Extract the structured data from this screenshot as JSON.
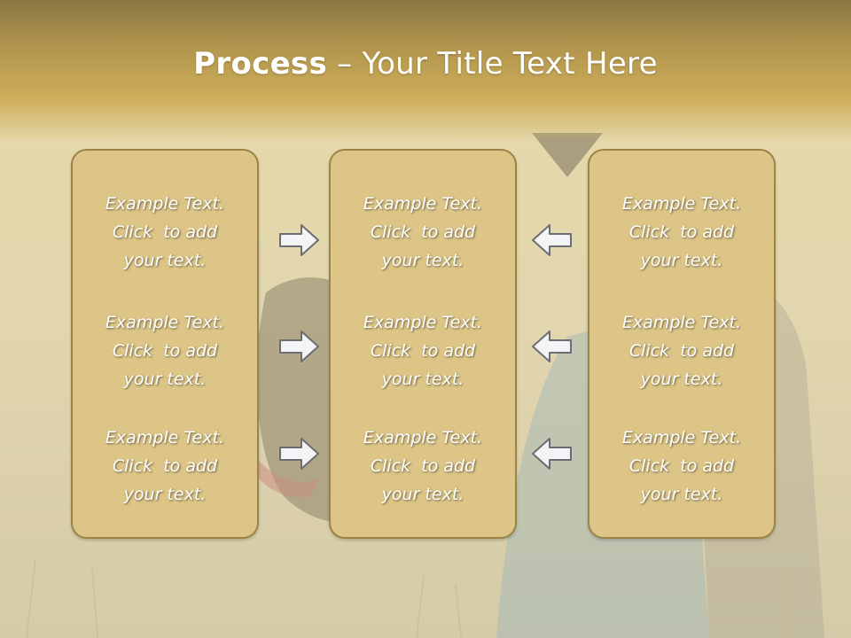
{
  "slide": {
    "title_bold": "Process",
    "title_rest": " – Your Title Text Here",
    "columns": [
      {
        "items": [
          {
            "line1": "Example Text.",
            "line2": "Click  to add",
            "line3": "your text."
          },
          {
            "line1": "Example Text.",
            "line2": "Click  to add",
            "line3": "your text."
          },
          {
            "line1": "Example Text.",
            "line2": "Click  to add",
            "line3": "your text."
          }
        ]
      },
      {
        "items": [
          {
            "line1": "Example Text.",
            "line2": "Click  to add",
            "line3": "your text."
          },
          {
            "line1": "Example Text.",
            "line2": "Click  to add",
            "line3": "your text."
          },
          {
            "line1": "Example Text.",
            "line2": "Click  to add",
            "line3": "your text."
          }
        ]
      },
      {
        "items": [
          {
            "line1": "Example Text.",
            "line2": "Click  to add",
            "line3": "your text."
          },
          {
            "line1": "Example Text.",
            "line2": "Click  to add",
            "line3": "your text."
          },
          {
            "line1": "Example Text.",
            "line2": "Click  to add",
            "line3": "your text."
          }
        ]
      }
    ],
    "arrows_left": [
      "right-arrow-icon",
      "right-arrow-icon",
      "right-arrow-icon"
    ],
    "arrows_right": [
      "left-arrow-icon",
      "left-arrow-icon",
      "left-arrow-icon"
    ]
  },
  "colors": {
    "header": "#b3974e",
    "box_fill": "#dcc586",
    "box_border": "#9c8448",
    "text": "#ffffff"
  }
}
